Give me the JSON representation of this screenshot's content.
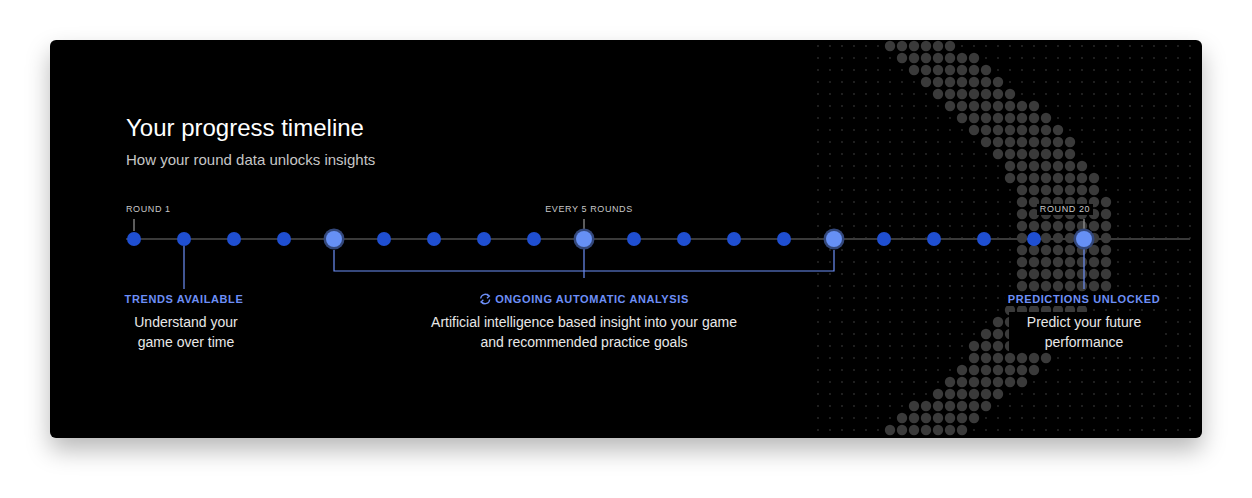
{
  "diagram": {
    "title": "Your progress timeline",
    "caption": "How your round data unlocks insights",
    "labels": [
      "ROUND 1",
      "EVERY 5 ROUNDS",
      "ROUND 20",
      "TRENDS AVAILABLE",
      "Understand your game over time",
      "ONGOING AUTOMATIC ANALYSIS",
      "Artificial intelligence based insight into your game and recommended practice goals",
      "PREDICTIONS UNLOCKED",
      "Predict your future performance"
    ]
  }
}
